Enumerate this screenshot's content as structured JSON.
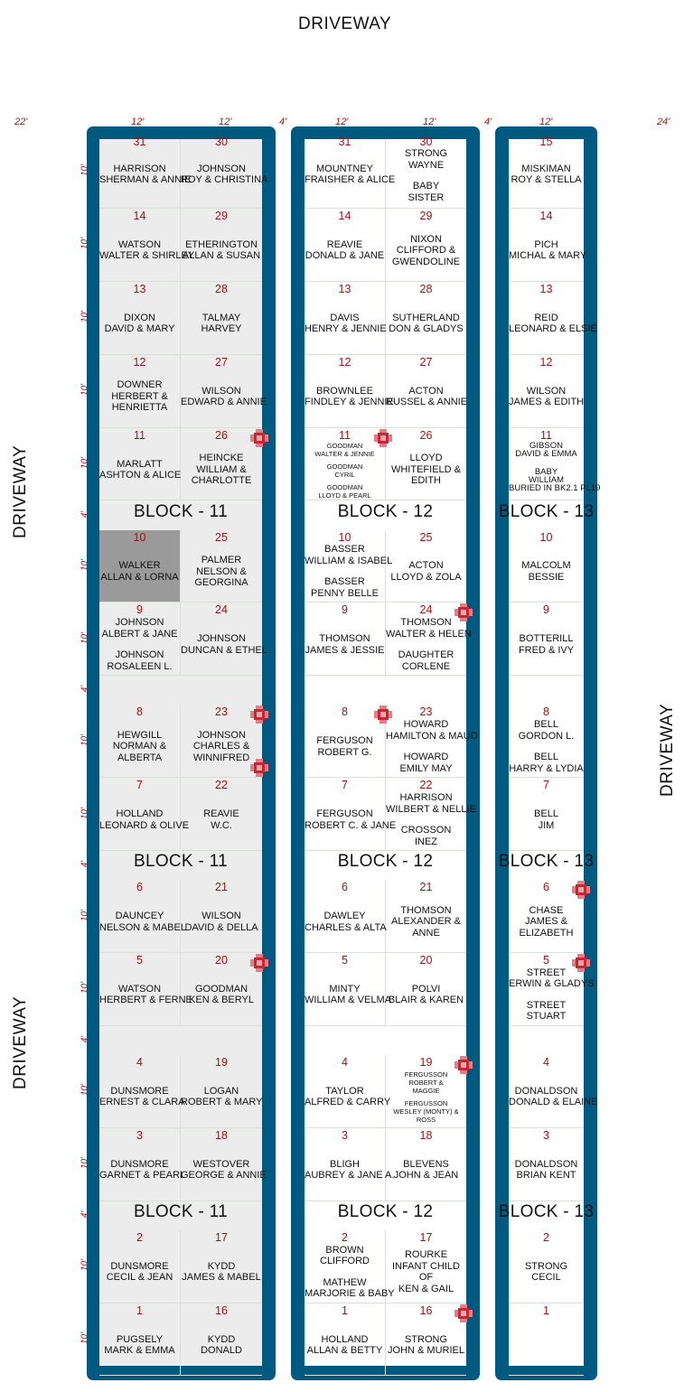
{
  "labels": {
    "driveway_top": "DRIVEWAY",
    "driveway_left_1": "DRIVEWAY",
    "driveway_left_2": "DRIVEWAY",
    "driveway_right": "DRIVEWAY"
  },
  "top_dims": [
    "22'",
    "12'",
    "12'",
    "4'",
    "12'",
    "12'",
    "4'",
    "12'",
    "24'"
  ],
  "row_dims": [
    "10'",
    "10'",
    "10'",
    "10'",
    "10'",
    "4'",
    "10'",
    "10'",
    "4'",
    "10'",
    "10'",
    "4'",
    "10'",
    "10'",
    "4'",
    "10'",
    "10'",
    "4'",
    "10'",
    "10'"
  ],
  "sections": {
    "b11": [
      "BLOCK - 11",
      "BLOCK - 11",
      "BLOCK - 11"
    ],
    "b12": [
      "BLOCK - 12",
      "BLOCK - 12",
      "BLOCK - 12"
    ],
    "b13": [
      "BLOCK - 13",
      "BLOCK - 13",
      "BLOCK - 13"
    ]
  },
  "colors": {
    "frame": "#00597f",
    "gray_block": "#ececec",
    "highlight": "#9a9a9a",
    "number": "#a21414",
    "marker": "#d32f3a"
  },
  "columns": [
    {
      "id": "b11-left",
      "plots": [
        {
          "n": "31",
          "lines": [
            "HARRISON",
            "SHERMAN & ANNIE"
          ]
        },
        {
          "n": "14",
          "lines": [
            "WATSON",
            "WALTER & SHIRLEY"
          ]
        },
        {
          "n": "13",
          "lines": [
            "DIXON",
            "DAVID & MARY"
          ]
        },
        {
          "n": "12",
          "lines": [
            "DOWNER",
            "HERBERT &",
            "HENRIETTA"
          ]
        },
        {
          "n": "11",
          "lines": [
            "MARLATT",
            "ASHTON & ALICE"
          ]
        },
        null,
        {
          "n": "10",
          "lines": [
            "WALKER",
            "ALLAN & LORNA"
          ],
          "highlight": true
        },
        {
          "n": "9",
          "lines": [
            "JOHNSON",
            "ALBERT & JANE",
            "",
            "JOHNSON",
            "ROSALEEN L."
          ]
        },
        null,
        {
          "n": "8",
          "lines": [
            "HEWGILL",
            "NORMAN &",
            "ALBERTA"
          ]
        },
        {
          "n": "7",
          "lines": [
            "HOLLAND",
            "LEONARD & OLIVE"
          ]
        },
        null,
        {
          "n": "6",
          "lines": [
            "DAUNCEY",
            "NELSON & MABEL"
          ]
        },
        {
          "n": "5",
          "lines": [
            "WATSON",
            "HERBERT & FERNE"
          ]
        },
        null,
        {
          "n": "4",
          "lines": [
            "DUNSMORE",
            "ERNEST & CLARA"
          ]
        },
        {
          "n": "3",
          "lines": [
            "DUNSMORE",
            "GARNET & PEARL"
          ]
        },
        null,
        {
          "n": "2",
          "lines": [
            "DUNSMORE",
            "CECIL & JEAN"
          ]
        },
        {
          "n": "1",
          "lines": [
            "PUGSELY",
            "MARK & EMMA"
          ]
        }
      ]
    },
    {
      "id": "b11-right",
      "plots": [
        {
          "n": "30",
          "lines": [
            "JOHNSON",
            "ROY & CHRISTINA"
          ]
        },
        {
          "n": "29",
          "lines": [
            "ETHERINGTON",
            "ALLAN & SUSAN"
          ]
        },
        {
          "n": "28",
          "lines": [
            "TALMAY",
            "HARVEY"
          ]
        },
        {
          "n": "27",
          "lines": [
            "WILSON",
            "EDWARD & ANNIE"
          ]
        },
        {
          "n": "26",
          "lines": [
            "HEINCKE",
            "WILLIAM &",
            "CHARLOTTE"
          ],
          "marker": true
        },
        null,
        {
          "n": "25",
          "lines": [
            "PALMER",
            "NELSON &",
            "GEORGINA"
          ]
        },
        {
          "n": "24",
          "lines": [
            "JOHNSON",
            "DUNCAN & ETHEL"
          ]
        },
        null,
        {
          "n": "23",
          "lines": [
            "JOHNSON",
            "CHARLES &",
            "WINNIFRED"
          ],
          "marker": true,
          "marker2": true
        },
        {
          "n": "22",
          "lines": [
            "REAVIE",
            "W.C."
          ]
        },
        null,
        {
          "n": "21",
          "lines": [
            "WILSON",
            "DAVID & DELLA"
          ]
        },
        {
          "n": "20",
          "lines": [
            "GOODMAN",
            "KEN & BERYL"
          ],
          "marker": true
        },
        null,
        {
          "n": "19",
          "lines": [
            "LOGAN",
            "ROBERT & MARY"
          ]
        },
        {
          "n": "18",
          "lines": [
            "WESTOVER",
            "GEORGE & ANNIE"
          ]
        },
        null,
        {
          "n": "17",
          "lines": [
            "KYDD",
            "JAMES & MABEL"
          ]
        },
        {
          "n": "16",
          "lines": [
            "KYDD",
            "DONALD"
          ]
        }
      ]
    },
    {
      "id": "b12-left",
      "plots": [
        {
          "n": "31",
          "lines": [
            "MOUNTNEY",
            "FRAISHER & ALICE"
          ]
        },
        {
          "n": "14",
          "lines": [
            "REAVIE",
            "DONALD & JANE"
          ]
        },
        {
          "n": "13",
          "lines": [
            "DAVIS",
            "HENRY & JENNIE"
          ]
        },
        {
          "n": "12",
          "lines": [
            "BROWNLEE",
            "FINDLEY & JENNIE"
          ]
        },
        {
          "n": "11",
          "small": true,
          "lines": [
            "GOODMAN",
            "WALTER & JENNIE",
            "",
            "GOODMAN",
            "CYRIL",
            "",
            "GOODMAN",
            "LLOYD & PEARL"
          ],
          "marker": true
        },
        null,
        {
          "n": "10",
          "lines": [
            "BASSER",
            "WILLIAM & ISABEL",
            "",
            "BASSER",
            "PENNY BELLE"
          ]
        },
        {
          "n": "9",
          "lines": [
            "THOMSON",
            "JAMES & JESSIE"
          ]
        },
        null,
        {
          "n": "8",
          "lines": [
            "FERGUSON",
            "ROBERT G."
          ],
          "marker": true
        },
        {
          "n": "7",
          "lines": [
            "FERGUSON",
            "ROBERT C. & JANE"
          ]
        },
        null,
        {
          "n": "6",
          "lines": [
            "DAWLEY",
            "CHARLES & ALTA"
          ]
        },
        {
          "n": "5",
          "lines": [
            "MINTY",
            "WILLIAM & VELMA"
          ]
        },
        null,
        {
          "n": "4",
          "lines": [
            "TAYLOR",
            "ALFRED & CARRY"
          ]
        },
        {
          "n": "3",
          "lines": [
            "BLIGH",
            "AUBREY & JANE A."
          ]
        },
        null,
        {
          "n": "2",
          "lines": [
            "BROWN",
            "CLIFFORD",
            "",
            "MATHEW",
            "MARJORIE & BABY"
          ]
        },
        {
          "n": "1",
          "lines": [
            "HOLLAND",
            "ALLAN & BETTY"
          ]
        }
      ]
    },
    {
      "id": "b12-right",
      "plots": [
        {
          "n": "30",
          "lines": [
            "STRONG",
            "WAYNE",
            "",
            "BABY",
            "SISTER"
          ]
        },
        {
          "n": "29",
          "lines": [
            "NIXON",
            "CLIFFORD &",
            "GWENDOLINE"
          ]
        },
        {
          "n": "28",
          "lines": [
            "SUTHERLAND",
            "DON & GLADYS"
          ]
        },
        {
          "n": "27",
          "lines": [
            "ACTON",
            "RUSSEL & ANNIE"
          ]
        },
        {
          "n": "26",
          "lines": [
            "LLOYD",
            "WHITEFIELD &",
            "EDITH"
          ]
        },
        null,
        {
          "n": "25",
          "lines": [
            "ACTON",
            "LLOYD & ZOLA"
          ]
        },
        {
          "n": "24",
          "lines": [
            "THOMSON",
            "WALTER & HELEN",
            "",
            "DAUGHTER",
            "CORLENE"
          ],
          "marker": true
        },
        null,
        {
          "n": "23",
          "lines": [
            "HOWARD",
            "HAMILTON & MAUD",
            "",
            "HOWARD",
            "EMILY MAY"
          ]
        },
        {
          "n": "22",
          "lines": [
            "HARRISON",
            "WILBERT & NELLIE",
            "",
            "CROSSON",
            "INEZ"
          ]
        },
        null,
        {
          "n": "21",
          "lines": [
            "THOMSON",
            "ALEXANDER &",
            "ANNE"
          ]
        },
        {
          "n": "20",
          "lines": [
            "POLVI",
            "BLAIR & KAREN"
          ]
        },
        null,
        {
          "n": "19",
          "small": true,
          "lines": [
            "FERGUSSON",
            "ROBERT &",
            "MAGGIE",
            "",
            "FERGUSSON",
            "WESLEY (MONTY) &",
            "ROSS"
          ],
          "marker": true
        },
        {
          "n": "18",
          "lines": [
            "BLEVENS",
            "JOHN & JEAN"
          ]
        },
        null,
        {
          "n": "17",
          "lines": [
            "ROURKE",
            "INFANT CHILD",
            "OF",
            "KEN & GAIL"
          ]
        },
        {
          "n": "16",
          "lines": [
            "STRONG",
            "JOHN & MURIEL"
          ],
          "marker": true
        }
      ]
    },
    {
      "id": "b13",
      "plots": [
        {
          "n": "15",
          "lines": [
            "MISKIMAN",
            "ROY & STELLA"
          ]
        },
        {
          "n": "14",
          "lines": [
            "PICH",
            "MICHAL & MARY"
          ]
        },
        {
          "n": "13",
          "lines": [
            "REID",
            "LEONARD & ELSIE"
          ]
        },
        {
          "n": "12",
          "lines": [
            "WILSON",
            "JAMES & EDITH"
          ]
        },
        {
          "n": "11",
          "mixed": true,
          "lines": [
            "GIBSON",
            "DAVID & EMMA",
            "",
            "BABY",
            "WILLIAM",
            "BURIED IN BK2.1 PL19"
          ]
        },
        null,
        {
          "n": "10",
          "lines": [
            "MALCOLM",
            "BESSIE"
          ]
        },
        {
          "n": "9",
          "lines": [
            "BOTTERILL",
            "FRED & IVY"
          ]
        },
        null,
        {
          "n": "8",
          "lines": [
            "BELL",
            "GORDON L.",
            "",
            "BELL",
            "HARRY & LYDIA"
          ]
        },
        {
          "n": "7",
          "lines": [
            "BELL",
            "JIM"
          ]
        },
        null,
        {
          "n": "6",
          "lines": [
            "CHASE",
            "JAMES &",
            "ELIZABETH"
          ],
          "marker": true
        },
        {
          "n": "5",
          "lines": [
            "STREET",
            "ERWIN & GLADYS",
            "",
            "STREET",
            "STUART"
          ],
          "marker": true
        },
        null,
        {
          "n": "4",
          "lines": [
            "DONALDSON",
            "DONALD & ELAINE"
          ]
        },
        {
          "n": "3",
          "lines": [
            "DONALDSON",
            "BRIAN KENT"
          ]
        },
        null,
        {
          "n": "2",
          "lines": [
            "STRONG",
            "CECIL"
          ]
        },
        {
          "n": "1",
          "lines": []
        }
      ]
    }
  ]
}
